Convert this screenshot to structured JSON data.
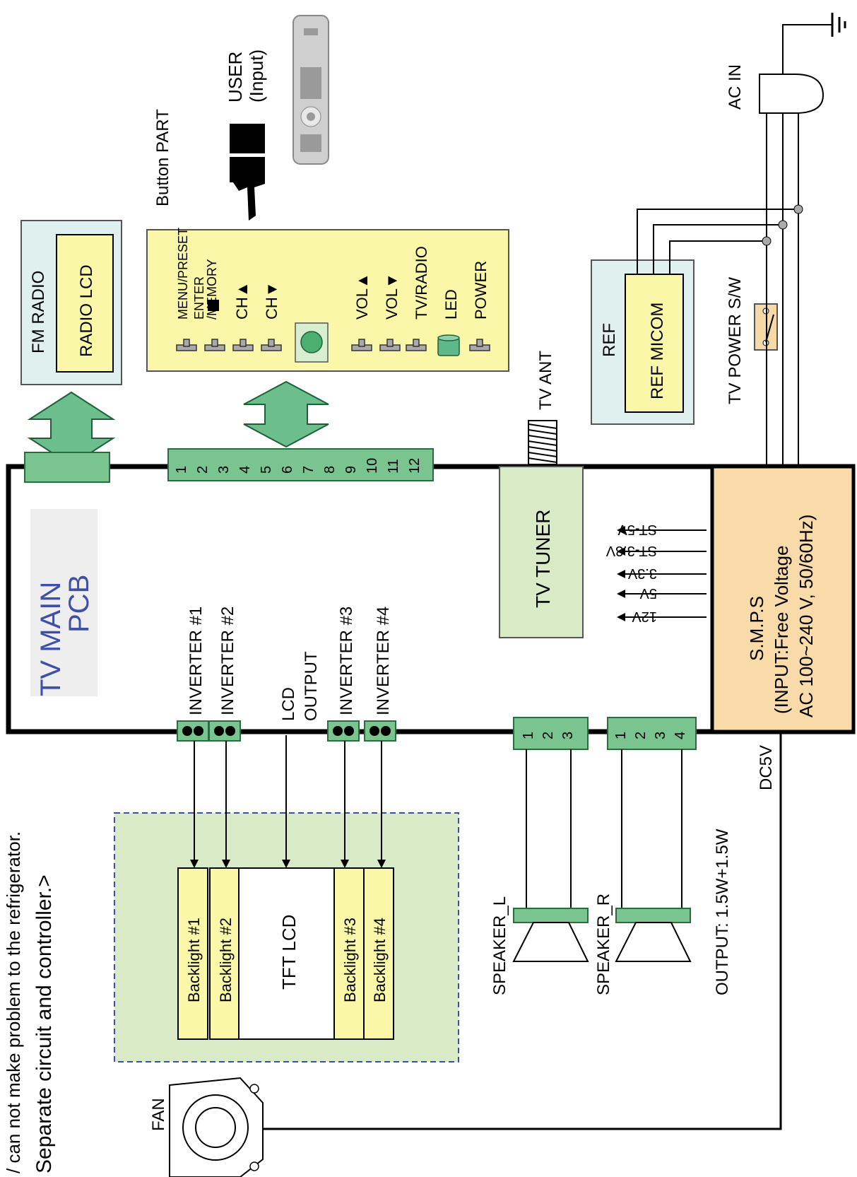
{
  "notes": {
    "line1": "/ can not make problem to the refrigerator.",
    "line2": "Separate circuit and controller.>"
  },
  "main_pcb": {
    "label_line1": "TV MAIN",
    "label_line2": "PCB"
  },
  "fm_radio": {
    "title": "FM RADIO",
    "lcd": "RADIO LCD"
  },
  "button_part": {
    "title": "Button PART",
    "labels": {
      "menu_preset": "MENU/PRESET",
      "enter_line1": "ENTER",
      "enter_line2": "/MEMORY",
      "ch_up": "CH▲",
      "ch_down": "CH▼",
      "vol_up": "VOL▲",
      "vol_down": "VOL▼",
      "tv_radio": "TV/RADIO",
      "led": "LED",
      "power": "POWER"
    }
  },
  "user": {
    "line1": "USER",
    "line2": "(Input)"
  },
  "connector_pins": [
    "1",
    "2",
    "3",
    "4",
    "5",
    "6",
    "7",
    "8",
    "9",
    "10",
    "11",
    "12"
  ],
  "tv_ant": "TV ANT",
  "tv_tuner": "TV TUNER",
  "ref": {
    "title": "REF",
    "micom": "REF MICOM"
  },
  "tv_power_sw": "TV  POWER S/W",
  "ac_in": "AC IN",
  "smps": {
    "line1": "S.M.P.S",
    "line2": "(INPUT:Free Voltage",
    "line3": "AC 100~240 V, 50/60Hz)"
  },
  "voltages": [
    "ST-5V",
    "ST-3.3V",
    "3.3V",
    "5V",
    "12V"
  ],
  "inverters": [
    "INVERTER #1",
    "INVERTER #2",
    "INVERTER #3",
    "INVERTER #4"
  ],
  "lcd_output": {
    "line1": "LCD",
    "line2": "OUTPUT"
  },
  "backlights": [
    "Backlight #1",
    "Backlight #2",
    "Backlight #3",
    "Backlight #4"
  ],
  "tft_lcd": "TFT LCD",
  "speaker_connector_l_pins": [
    "1",
    "2",
    "3"
  ],
  "speaker_connector_r_pins": [
    "1",
    "2",
    "3",
    "4"
  ],
  "speaker_l": "SPEAKER_L",
  "speaker_r": "SPEAKER_R",
  "output_power": "OUTPUT: 1.5W+1.5W",
  "dc5v": "DC5V",
  "fan": "FAN"
}
